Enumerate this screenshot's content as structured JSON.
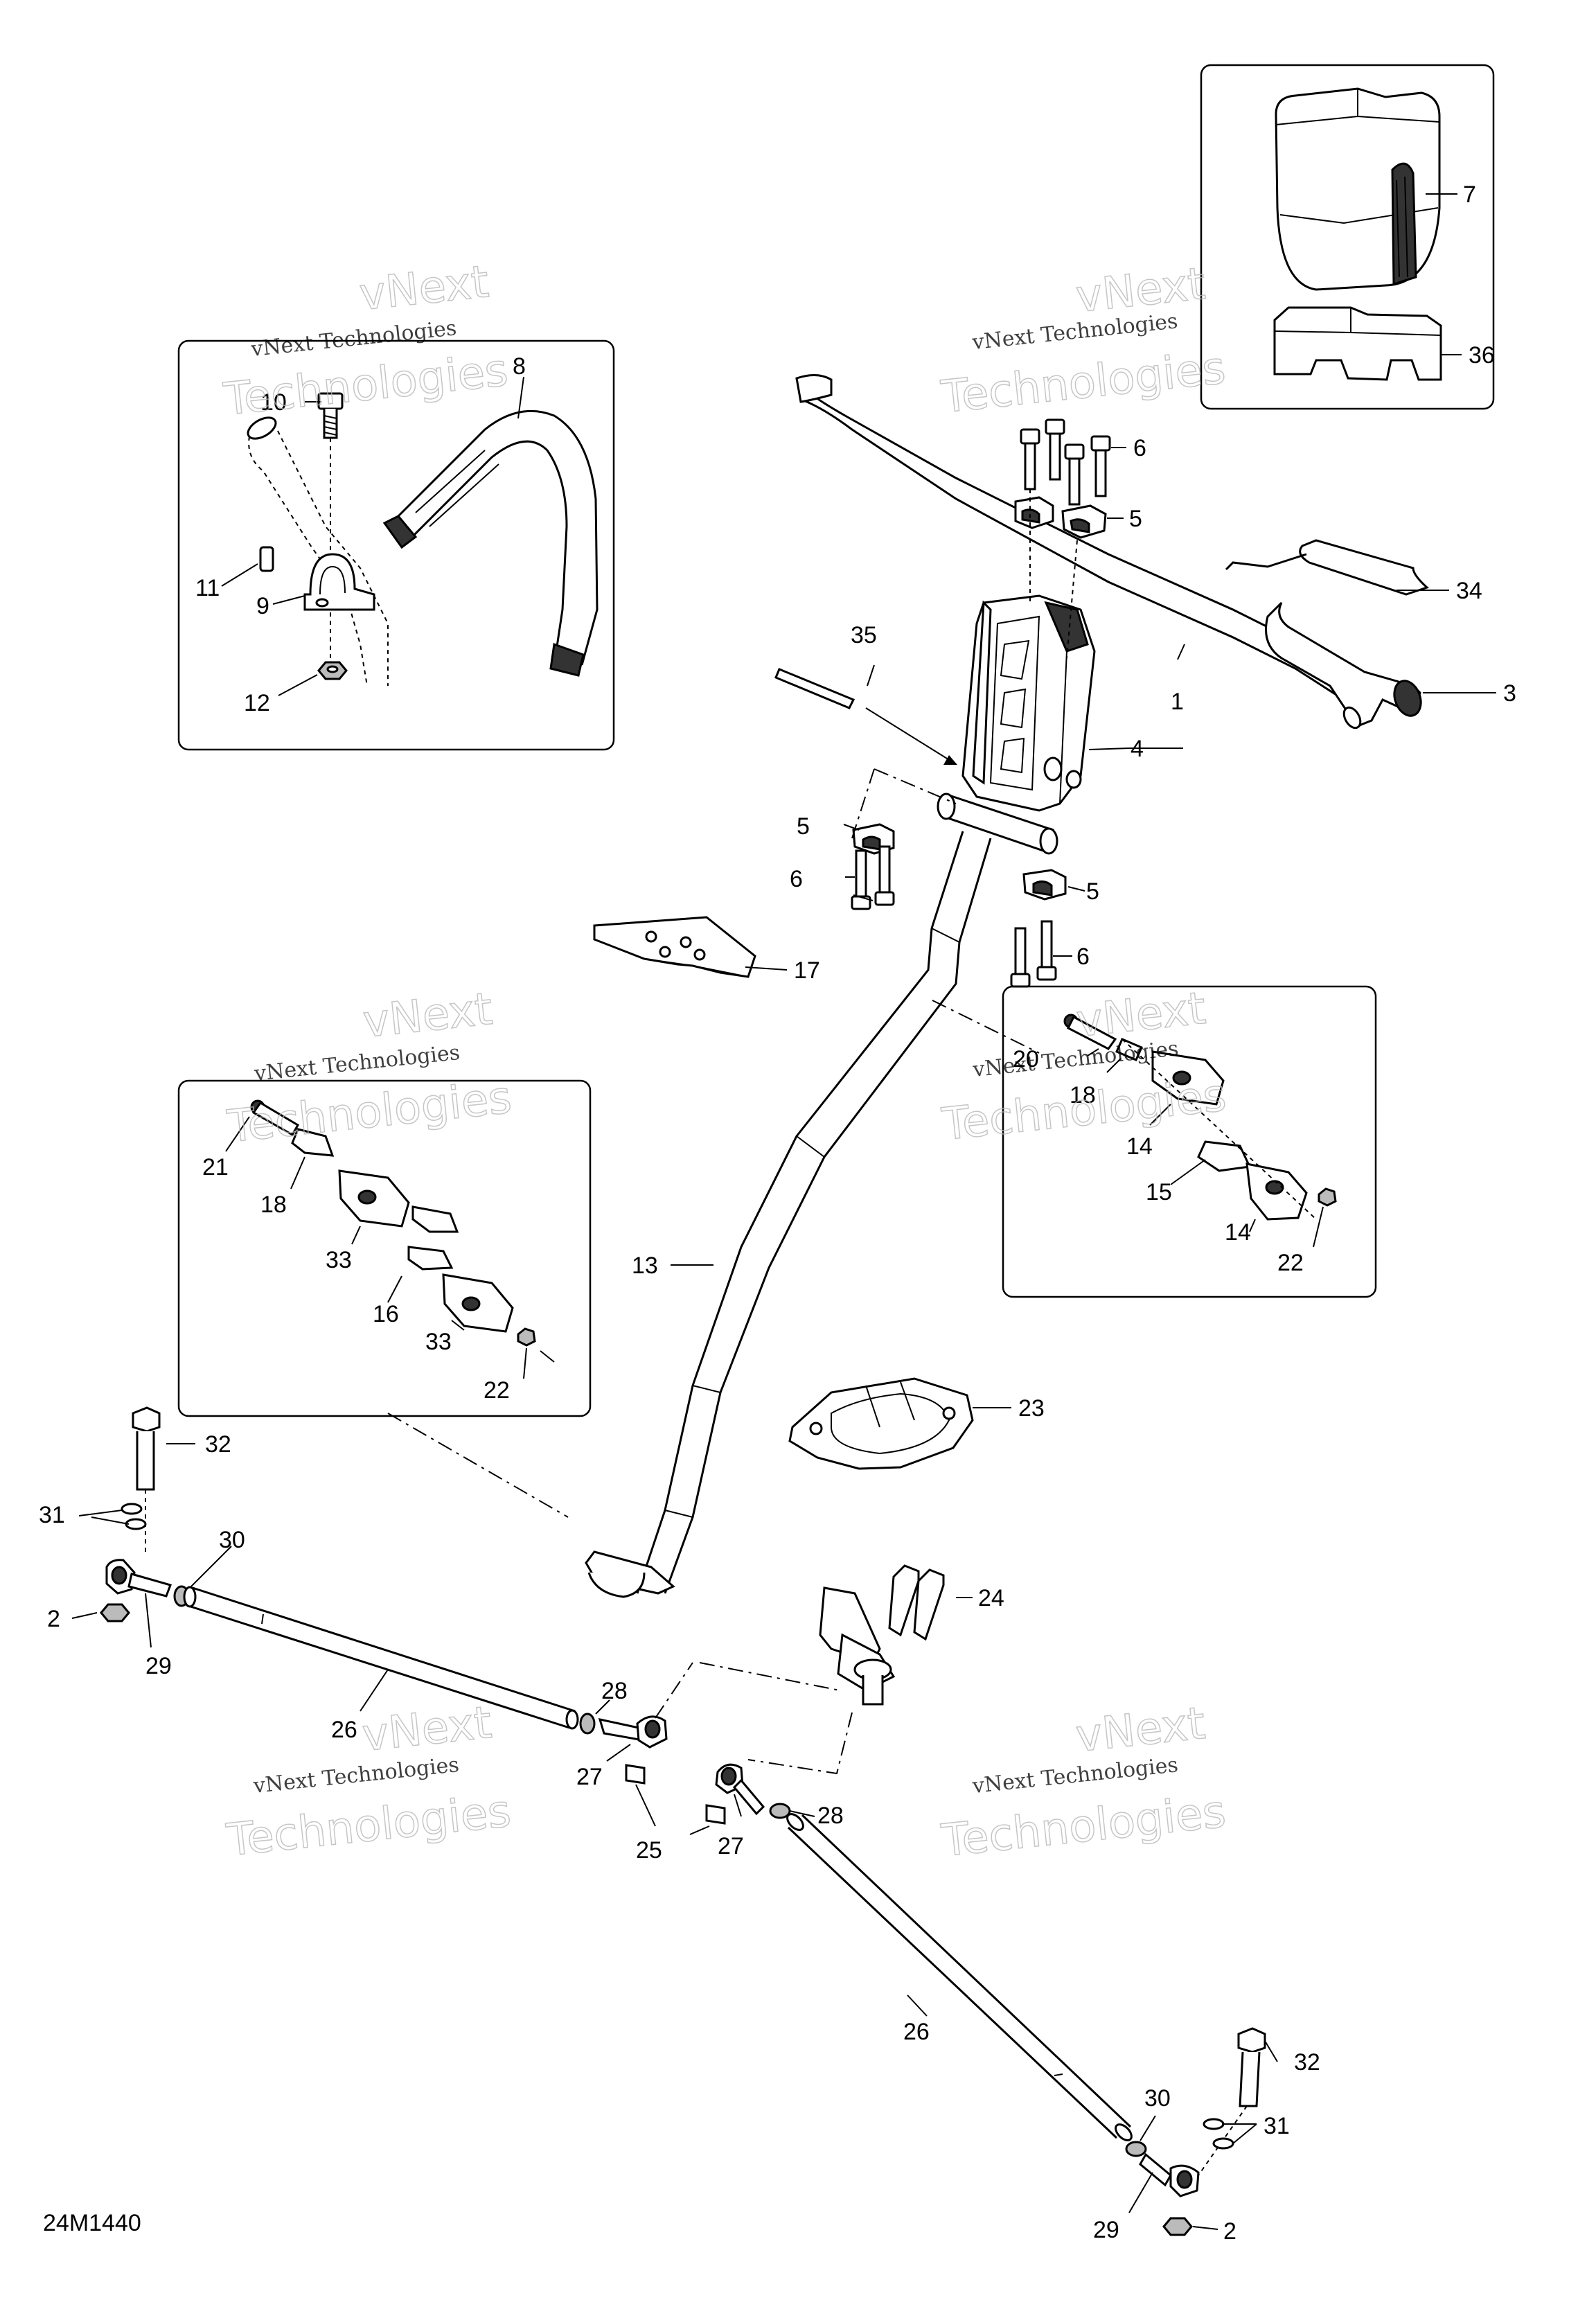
{
  "diagram_id": "24M1440",
  "watermark": {
    "line1": "vNext Technologies",
    "line2": "vNext",
    "line3": "Technologies"
  },
  "callouts": {
    "c1": "1",
    "c2a": "2",
    "c2b": "2",
    "c3": "3",
    "c4": "4",
    "c5a": "5",
    "c5b": "5",
    "c5c": "5",
    "c6a": "6",
    "c6b": "6",
    "c6c": "6",
    "c7": "7",
    "c8": "8",
    "c9": "9",
    "c10": "10",
    "c11": "11",
    "c12": "12",
    "c13": "13",
    "c14a": "14",
    "c14b": "14",
    "c15": "15",
    "c16": "16",
    "c17": "17",
    "c18a": "18",
    "c18b": "18",
    "c20": "20",
    "c21": "21",
    "c22a": "22",
    "c22b": "22",
    "c23": "23",
    "c24": "24",
    "c25": "25",
    "c26a": "26",
    "c26b": "26",
    "c27a": "27",
    "c27b": "27",
    "c28a": "28",
    "c28b": "28",
    "c29a": "29",
    "c29b": "29",
    "c30a": "30",
    "c30b": "30",
    "c31a": "31",
    "c31b": "31",
    "c32a": "32",
    "c32b": "32",
    "c33a": "33",
    "c33b": "33",
    "c34": "34",
    "c35": "35",
    "c36": "36"
  }
}
